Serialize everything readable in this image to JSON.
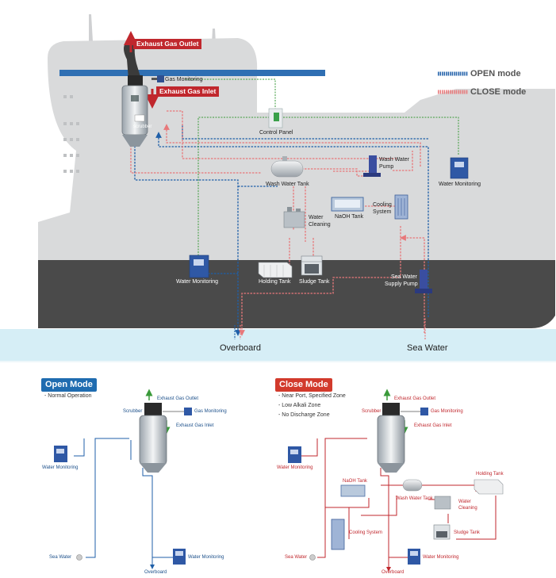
{
  "top": {
    "exhaust_outlet": "Exhaust Gas Outlet",
    "exhaust_inlet": "Exhaust Gas Inlet",
    "gas_monitoring": "Gas Monitoring",
    "control_panel": "Control Panel",
    "wash_water_tank": "Wash Water Tank",
    "wash_water_pump_1": "Wash Water",
    "wash_water_pump_2": "Pump",
    "naoh_tank": "NaOH Tank",
    "cooling_system_1": "Cooling",
    "cooling_system_2": "System",
    "water_cleaning_1": "Water",
    "water_cleaning_2": "Cleaning",
    "water_monitoring_right": "Water Monitoring",
    "water_monitoring_left": "Water Monitoring",
    "holding_tank": "Holding Tank",
    "sludge_tank": "Sludge Tank",
    "sea_water_pump_1": "Sea Water",
    "sea_water_pump_2": "Supply Pump",
    "overboard": "Overboard",
    "sea_water": "Sea Water",
    "scrubber_badge": "scrubber"
  },
  "legend": {
    "open": "OPEN mode",
    "close": "CLOSE mode"
  },
  "open_mode": {
    "title": "Open Mode",
    "note": "- Normal Operation",
    "scrubber": "Scrubber",
    "exhaust_outlet": "Exhaust Gas Outlet",
    "gas_monitoring": "Gas Monitoring",
    "exhaust_inlet": "Exhaust Gas Inlet",
    "water_monitoring_left": "Water Monitoring",
    "sea_water": "Sea Water",
    "overboard": "Overboard",
    "water_monitoring_bottom": "Water Monitoring"
  },
  "close_mode": {
    "title": "Close Mode",
    "notes": [
      "- Near Port, Specified Zone",
      "- Low Alkali Zone",
      "- No Discharge Zone"
    ],
    "scrubber": "Scrubber",
    "exhaust_outlet": "Exhaust Gas Outlet",
    "gas_monitoring": "Gas Monitoring",
    "exhaust_inlet": "Exhaust Gas Inlet",
    "water_monitoring_left": "Water Monitoring",
    "naoh_tank": "NaOH Tank",
    "wash_water_tank": "Wash Water Tank",
    "holding_tank": "Holding Tank",
    "water_cleaning_1": "Water",
    "water_cleaning_2": "Cleaning",
    "cooling_system": "Cooling System",
    "sludge_tank": "Sludge Tank",
    "sea_water": "Sea Water",
    "overboard": "Overboard",
    "water_monitoring_bottom": "Water Monitoring"
  },
  "colors": {
    "open_line": "#1f5fa8",
    "close_line": "#e8787a",
    "ctrl_line": "#3a9a3a",
    "red_banner": "#c0272d",
    "sea": "#d6eef6",
    "hull": "#4a4a4a",
    "superstructure": "#d9dadb"
  }
}
